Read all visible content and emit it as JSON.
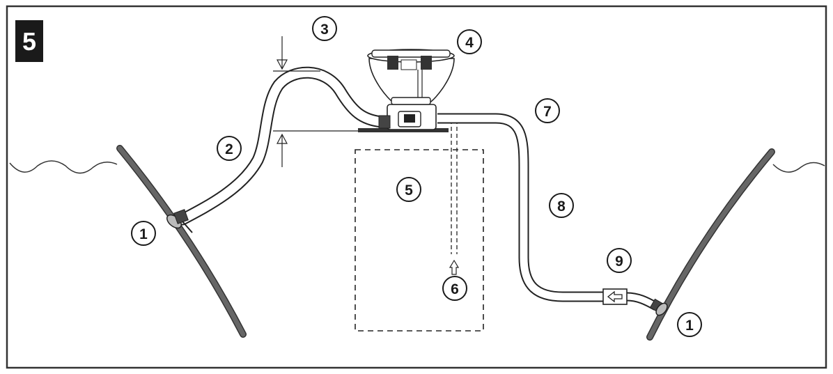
{
  "figure": {
    "step_number": "5",
    "callouts": [
      {
        "id": "1a",
        "label": "1"
      },
      {
        "id": "1b",
        "label": "1"
      },
      {
        "id": "2",
        "label": "2"
      },
      {
        "id": "3",
        "label": "3"
      },
      {
        "id": "4",
        "label": "4"
      },
      {
        "id": "5",
        "label": "5"
      },
      {
        "id": "6",
        "label": "6"
      },
      {
        "id": "7",
        "label": "7"
      },
      {
        "id": "8",
        "label": "8"
      },
      {
        "id": "9",
        "label": "9"
      }
    ]
  },
  "colors": {
    "ink": "#1a1a1a",
    "hull": "#555555",
    "step_badge": "#1a1a1a"
  }
}
